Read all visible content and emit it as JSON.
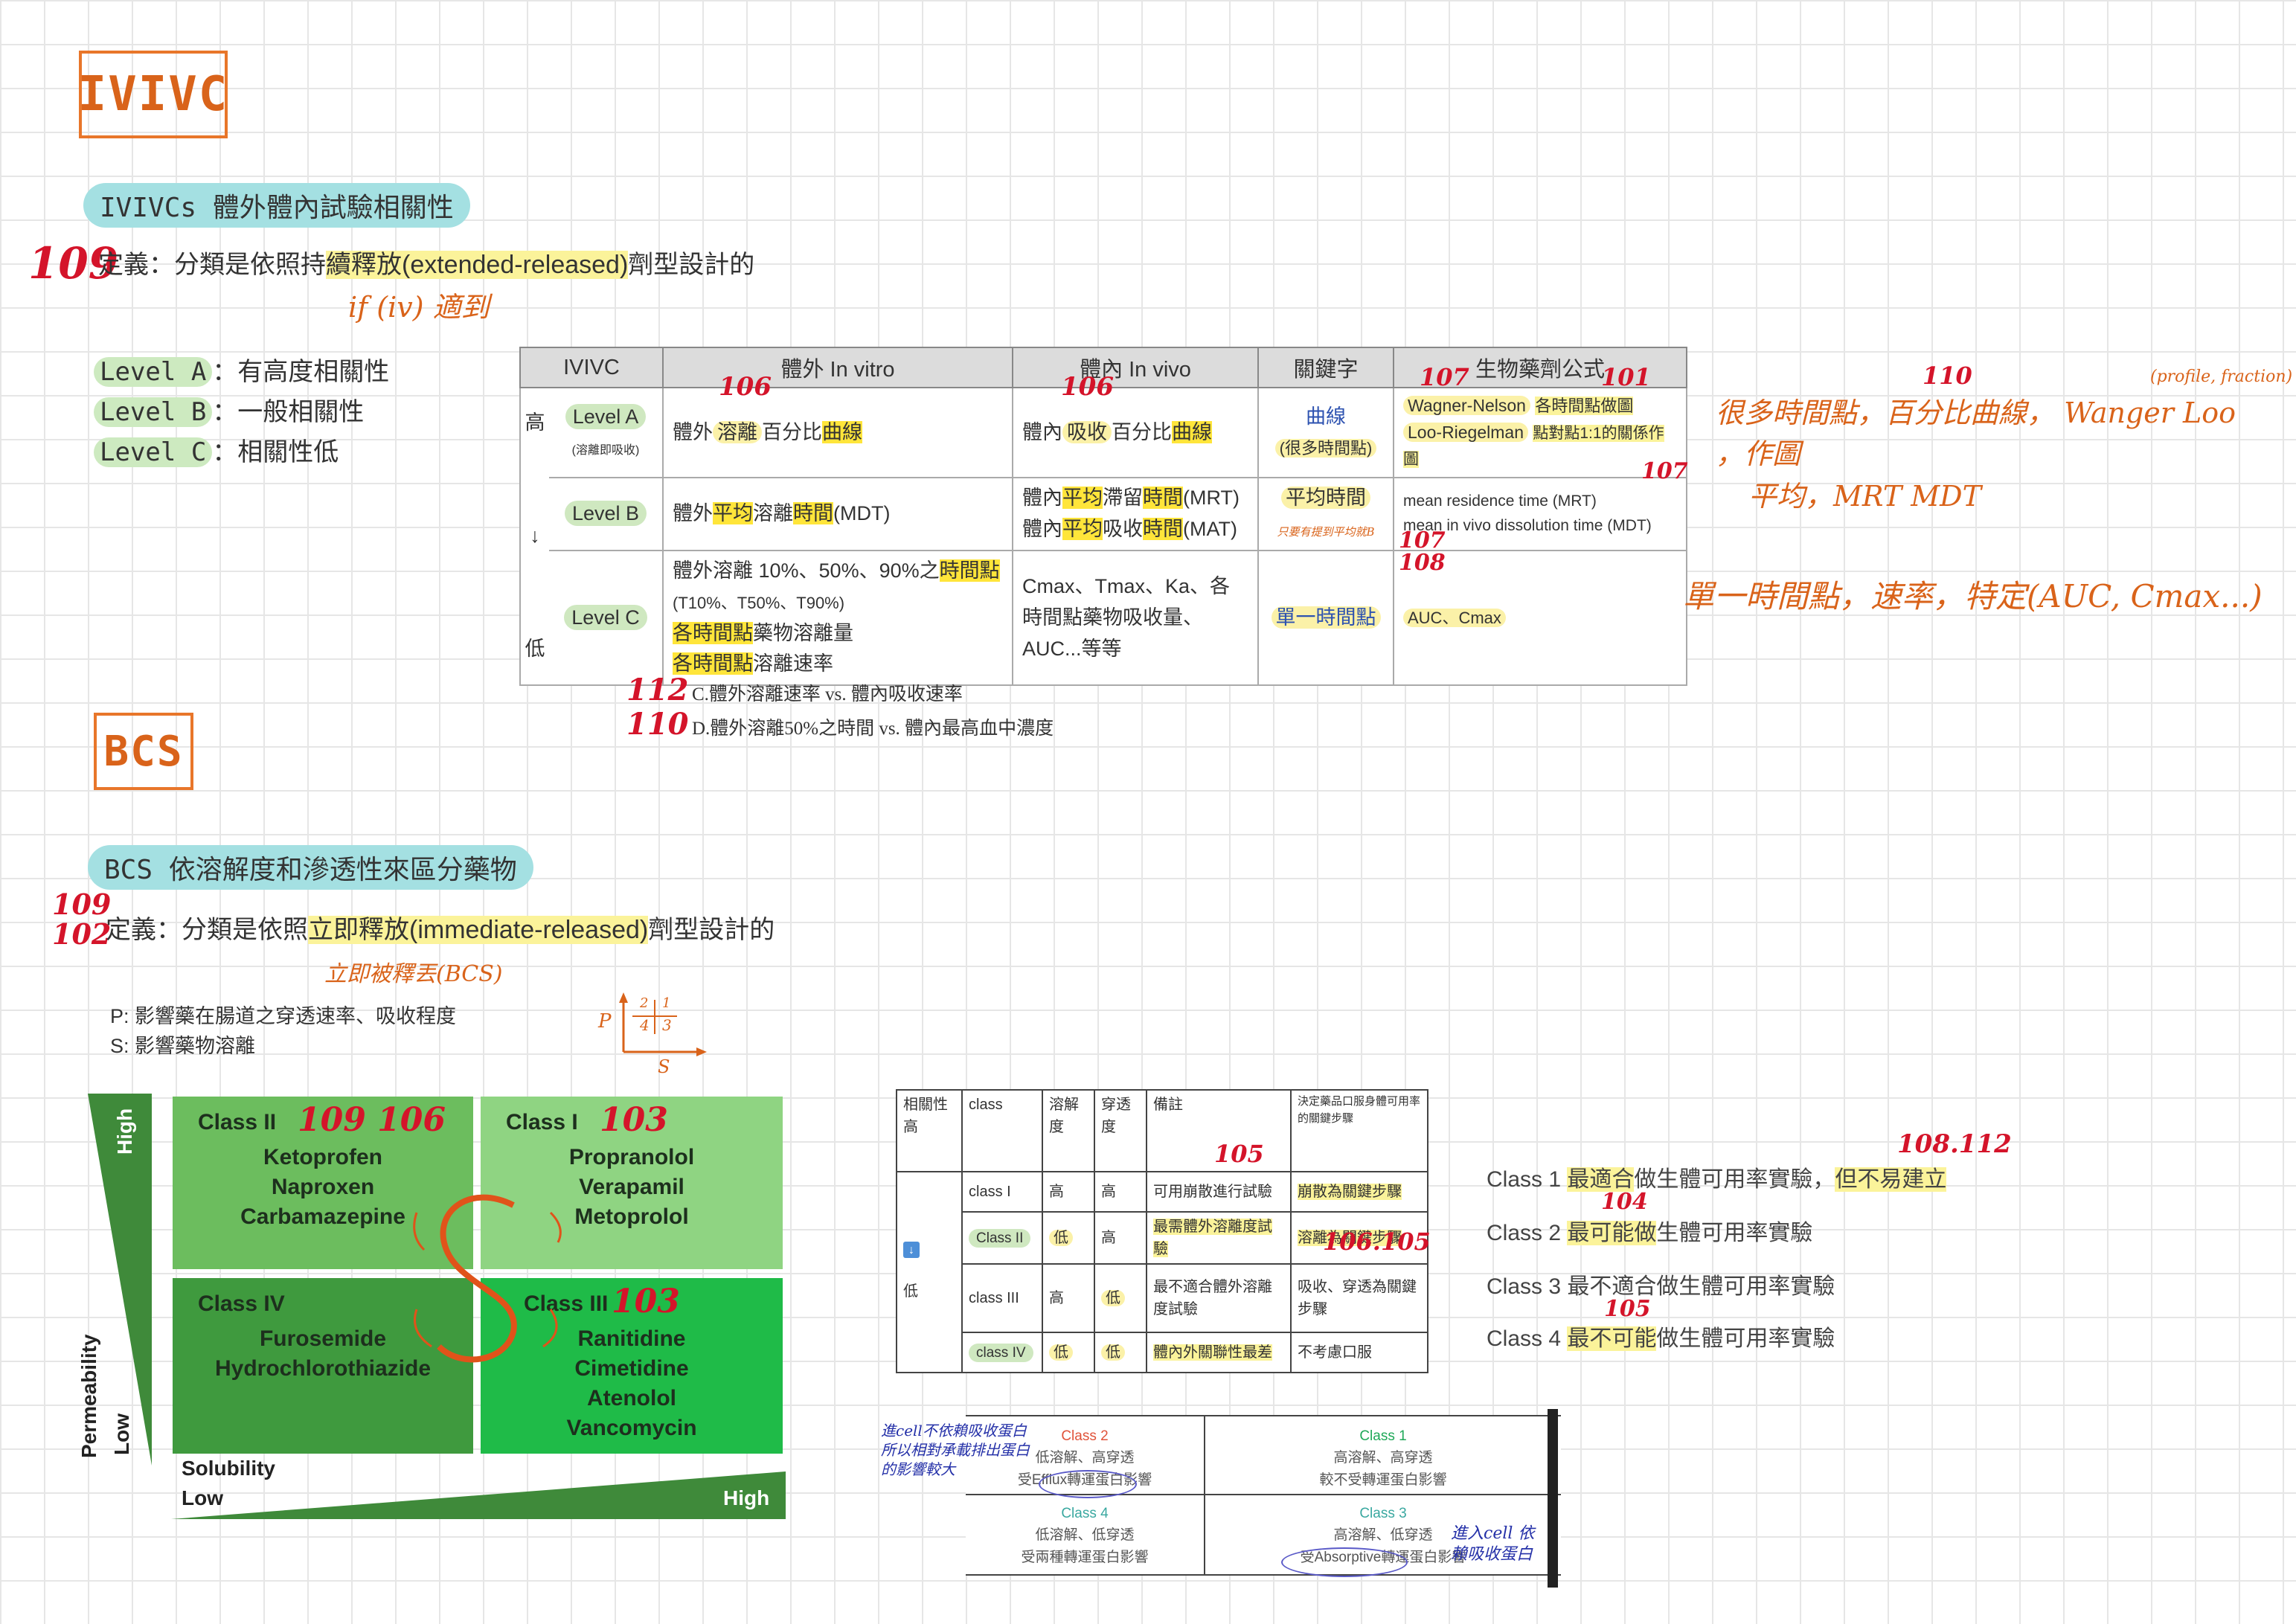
{
  "ivivc": {
    "title": "IVIVC",
    "pill": "IVIVCs 體外體內試驗相關性",
    "note_num": "109",
    "def_prefix": "定義：分類是依照持",
    "def_hl": "續釋放(extended-released)",
    "def_suffix": "劑型設計的",
    "handnote": "if (iv) 適到",
    "levels": [
      {
        "tag": "Level A",
        "desc": "：有高度相關性"
      },
      {
        "tag": "Level B",
        "desc": "：一般相關性"
      },
      {
        "tag": "Level C",
        "desc": "：相關性低"
      }
    ]
  },
  "ivtable": {
    "headers": [
      "IVIVC",
      "體外 In vitro",
      "體內 In vivo",
      "關鍵字",
      "生物藥劑公式"
    ],
    "header_nums": {
      "invitro": "106",
      "invivo": "106",
      "formula": "107",
      "formula2": "101"
    },
    "high": "高",
    "low": "低",
    "arrow": "↓",
    "rowA": {
      "level": "Level A",
      "level_sub": "(溶離即吸收)",
      "invitro_a": "體外",
      "invitro_hl": "溶離",
      "invitro_b": "百分比",
      "invitro_hl2": "曲線",
      "invivo_a": "體內",
      "invivo_hl": "吸收",
      "invivo_b": "百分比",
      "invivo_hl2": "曲線",
      "key": "曲線",
      "key_sub": "(很多時間點)",
      "formula1": "Wagner-Nelson",
      "formula2": "Loo-Riegelman",
      "formula_note1": "各時間點做圖",
      "formula_note2": "點對點1:1的關係作圖"
    },
    "rowB": {
      "level": "Level B",
      "invitro_a": "體外",
      "invitro_hl": "平均",
      "invitro_b": "溶離",
      "invitro_hl2": "時間",
      "invitro_c": "(MDT)",
      "invivo1_a": "體內",
      "invivo1_hl": "平均",
      "invivo1_b": "滯留",
      "invivo1_hl2": "時間",
      "invivo1_c": "(MRT)",
      "invivo2_a": "體內",
      "invivo2_hl": "平均",
      "invivo2_b": "吸收",
      "invivo2_hl2": "時間",
      "invivo2_c": "(MAT)",
      "key": "平均時間",
      "key_note": "只要有提到平均就B",
      "formula1": "mean residence time (MRT)",
      "formula2": "mean in vivo dissolution time (MDT)",
      "num": "107"
    },
    "rowC": {
      "level": "Level C",
      "invitro1": "體外溶離 10%、50%、90%之",
      "invitro1_hl": "時間點",
      "invitro2": "(T10%、T50%、T90%)",
      "invitro3_hl": "各時間點",
      "invitro3": "藥物溶離量",
      "invitro4_hl": "各時間點",
      "invitro4": "溶離速率",
      "invivo": "Cmax、Tmax、Ka、各時間點藥物吸收量、AUC...等等",
      "key": "單一時間點",
      "formula": "AUC、Cmax",
      "nums": "107 108"
    }
  },
  "questions": [
    {
      "num": "112",
      "text": "C.體外溶離速率 vs. 體內吸收速率"
    },
    {
      "num": "110",
      "text": "D.體外溶離50%之時間 vs. 體內最高血中濃度"
    }
  ],
  "side_notes": {
    "rowA": "很多時間點，百分比曲線， Wanger Loo ，作圖",
    "rowA_num": "110",
    "rowA_extra": "(profile, fraction)",
    "rowB": "平均，MRT MDT",
    "rowC": "單一時間點，速率，特定(AUC, Cmax...)"
  },
  "bcs": {
    "title": "BCS",
    "pill": "BCS 依溶解度和滲透性來區分藥物",
    "nums": "109 102",
    "def_prefix": "定義：分類是依照",
    "def_hl": "立即釋放(immediate-released)",
    "def_suffix": "劑型設計的",
    "handnote": "立即被釋丟(BCS)",
    "p_line": "P: 影響藥在腸道之穿透速率、吸收程度",
    "s_line": "S: 影響藥物溶離",
    "diag_p": "P",
    "diag_s": "S",
    "diag_nums": [
      "2",
      "1",
      "4",
      "3"
    ]
  },
  "grid": {
    "perm_high": "High",
    "perm_low": "Low",
    "perm_label": "Permeability",
    "sol_label": "Solubility",
    "sol_low": "Low",
    "sol_high": "High",
    "class2": {
      "name": "Class II",
      "num": "109 106",
      "drugs": [
        "Ketoprofen",
        "Naproxen",
        "Carbamazepine"
      ]
    },
    "class1": {
      "name": "Class I",
      "num": "103",
      "drugs": [
        "Propranolol",
        "Verapamil",
        "Metoprolol"
      ]
    },
    "class4": {
      "name": "Class IV",
      "drugs": [
        "Furosemide",
        "Hydrochlorothiazide"
      ]
    },
    "class3": {
      "name": "Class III",
      "num": "103",
      "drugs": [
        "Ranitidine",
        "Cimetidine",
        "Atenolol",
        "Vancomycin"
      ]
    }
  },
  "classtable": {
    "headers": [
      "相關性",
      "class",
      "溶解度",
      "穿透度",
      "備註",
      "決定藥品口服身體可用率的關鍵步驟"
    ],
    "high": "高",
    "low": "低",
    "rows": [
      {
        "cls": "class I",
        "sol": "高",
        "perm": "高",
        "note": "可用崩散進行試驗",
        "step": "崩散為關鍵步驟"
      },
      {
        "cls": "Class II",
        "sol": "低",
        "perm": "高",
        "note": "最需體外溶離度試驗",
        "step": "溶離為關鍵步驟"
      },
      {
        "cls": "class III",
        "sol": "高",
        "perm": "低",
        "note": "最不適合體外溶離度試驗",
        "step": "吸收、穿透為關鍵步驟"
      },
      {
        "cls": "class IV",
        "sol": "低",
        "perm": "低",
        "note": "體內外關聯性最差",
        "step": "不考慮口服"
      }
    ],
    "num_note": "105",
    "num_step": "106.105"
  },
  "class_lines": [
    {
      "a": "Class 1 ",
      "hl": "最適合",
      "b": "做生體可用率實驗，",
      "hl2": "但不易建立",
      "num": "108.112"
    },
    {
      "a": "Class 2 ",
      "hl": "最可能做",
      "b": "生體可用率實驗",
      "num": "104"
    },
    {
      "a": "Class 3 最不適合做生體可用率實驗"
    },
    {
      "a": "Class 4 ",
      "hl": "最不可能",
      "b": "做生體可用率實驗",
      "num": "105"
    }
  ],
  "transporter": {
    "c2_title": "Class 2",
    "c2_l1": "低溶解、高穿透",
    "c2_l2": "受Efflux轉運蛋白影響",
    "c1_title": "Class 1",
    "c1_l1": "高溶解、高穿透",
    "c1_l2": "較不受轉運蛋白影響",
    "c4_title": "Class 4",
    "c4_l1": "低溶解、低穿透",
    "c4_l2": "受兩種轉運蛋白影響",
    "c3_title": "Class 3",
    "c3_l1": "高溶解、低穿透",
    "c3_l2": "受Absorptive轉運蛋白影響",
    "note_left": "進cell不依賴吸收蛋白 所以相對承載排出蛋白 的影響較大",
    "note_right": "進入cell 依賴吸收蛋白"
  }
}
